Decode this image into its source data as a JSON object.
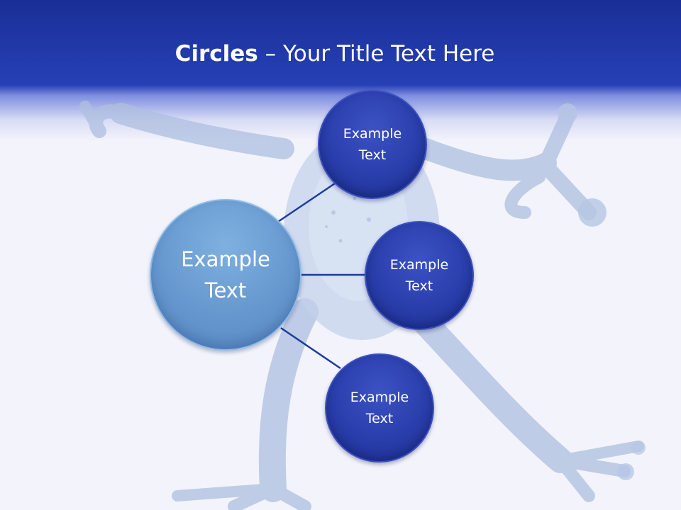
{
  "title": {
    "bold": "Circles",
    "rest": " – Your Title Text Here"
  },
  "diagram": {
    "center": {
      "label_line1": "Example",
      "label_line2": "Text"
    },
    "nodes": [
      {
        "label_line1": "Example",
        "label_line2": "Text"
      },
      {
        "label_line1": "Example",
        "label_line2": "Text"
      },
      {
        "label_line1": "Example",
        "label_line2": "Text"
      }
    ]
  },
  "colors": {
    "banner": "#2640b6",
    "small_circle": "#2a3eab",
    "big_circle": "#6698cf",
    "connector": "#1f3aa0",
    "background": "#f3f4fb"
  }
}
